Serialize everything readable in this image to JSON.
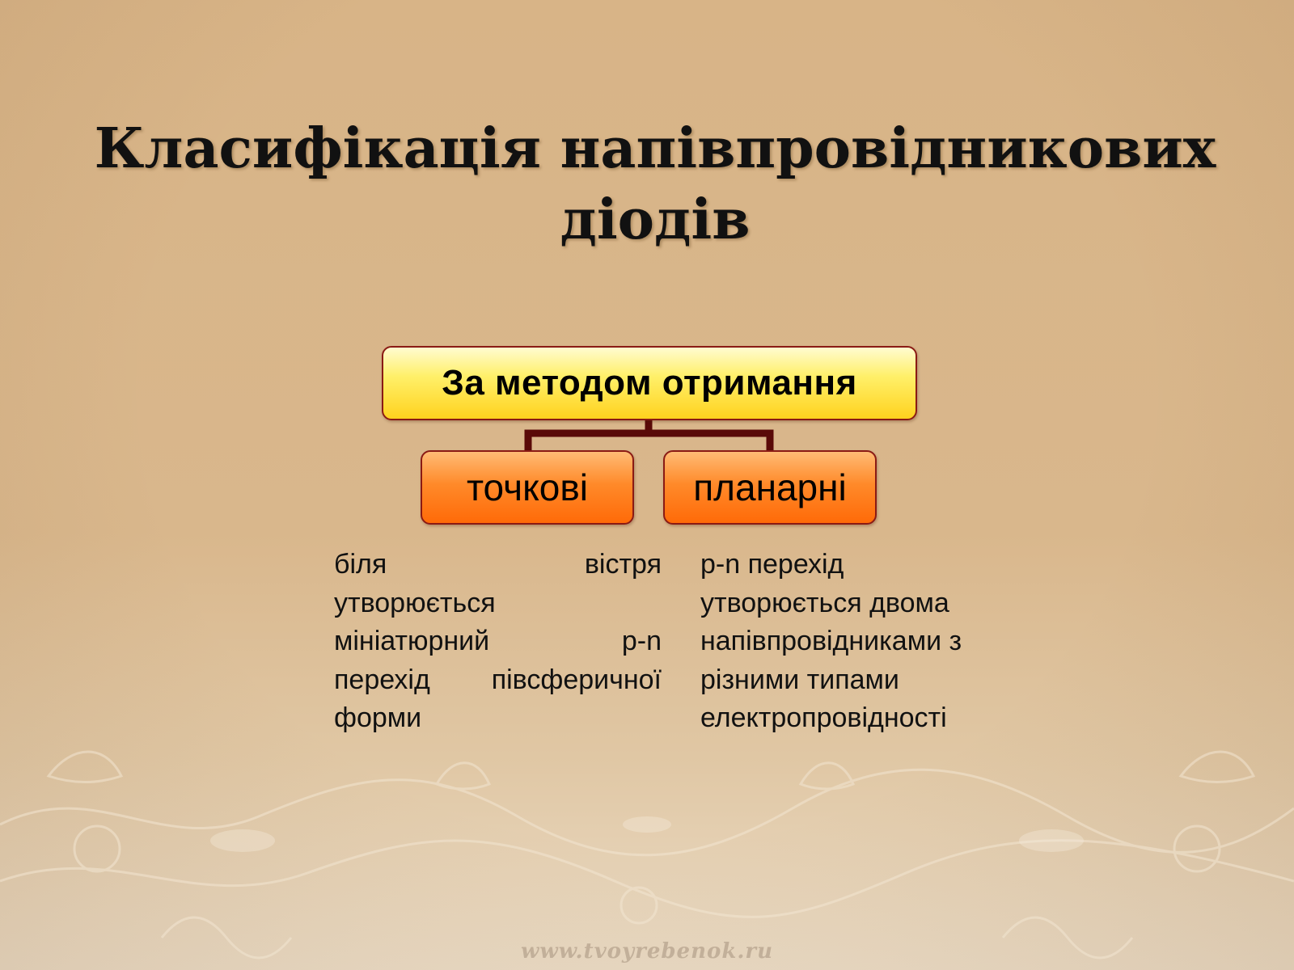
{
  "slide": {
    "title_line1": "Класифікація напівпровідникових",
    "title_line2": "діодів",
    "watermark": "www.tvoyrebenok.ru"
  },
  "diagram": {
    "root": "За методом отримання",
    "children": [
      {
        "label": "точкові",
        "description": [
          "біля вістря",
          "утворюється",
          "мініатюрний p-n",
          "перехід півсферичної",
          "форми"
        ]
      },
      {
        "label": "планарні",
        "description": [
          "p-n перехід",
          "утворюється двома",
          "напівпровідниками з",
          "різними типами",
          "електропровідності"
        ]
      }
    ]
  },
  "colors": {
    "background": "#d8b487",
    "root_fill": "#fff06a",
    "child_fill": "#ff8a2a",
    "border": "#8a1a14",
    "connector": "#5a0a08"
  }
}
